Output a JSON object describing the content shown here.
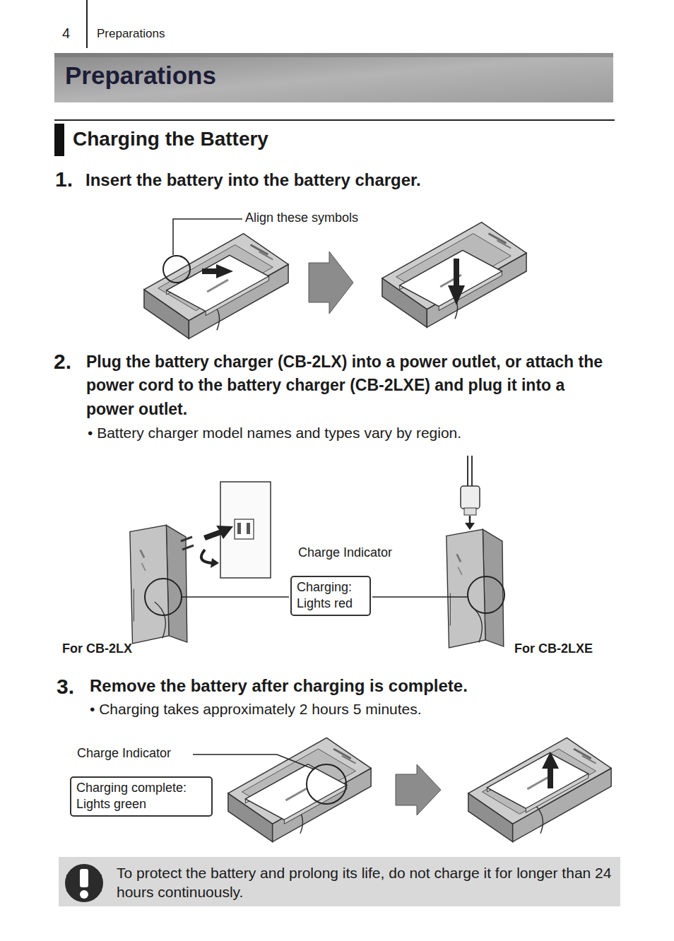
{
  "diagram": {
    "title": "Preparations",
    "nodes": [
      {
        "text": [
          "Charging: Lights red"
        ]
      },
      {
        "text": [
          "Charging complete: Lights green"
        ]
      },
      {
        "text": [
          "To protect the battery and prolong its life, do not charge it for longer than 24 hours continuously."
        ]
      }
    ],
    "labels": [
      "4",
      "Preparations",
      "Charging the Battery",
      "1.",
      "Insert the battery into the battery charger.",
      "Align these symbols",
      "2.",
      "Plug the battery charger (CB-2LX) into a power outlet, or attach the power cord to the battery charger (CB-2LXE) and plug it into a power outlet.",
      "• Battery charger model names and types vary by region.",
      "Charge Indicator",
      "For CB-2LX",
      "For CB-2LXE",
      "3.",
      "Remove the battery after charging is complete.",
      "• Charging takes approximately 2 hours 5 minutes.",
      "Charge Indicator"
    ]
  }
}
